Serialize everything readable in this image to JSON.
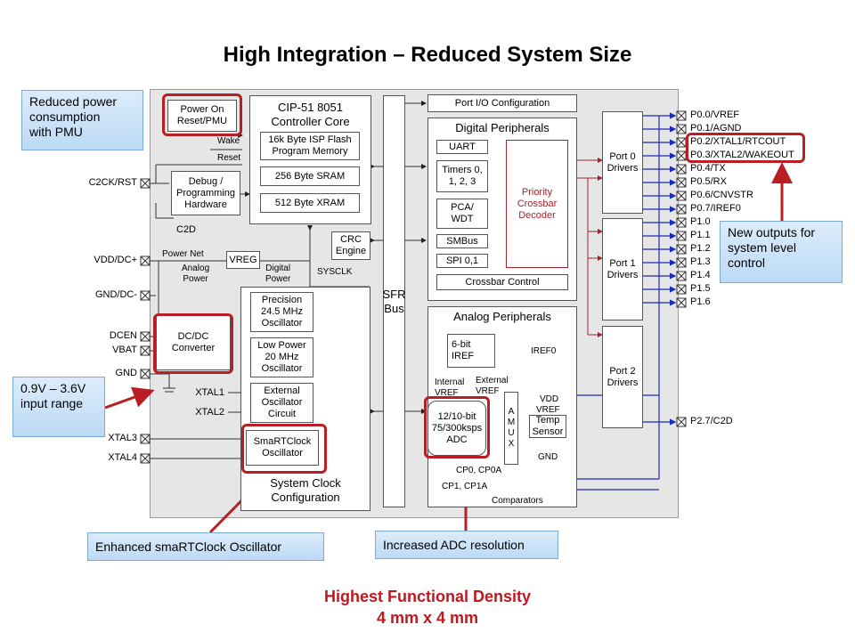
{
  "title": "High Integration – Reduced System Size",
  "blocks": {
    "power_on_reset": "Power On\nReset/PMU",
    "controller_core": "CIP-51 8051\nController Core",
    "flash": "16k Byte ISP Flash\nProgram Memory",
    "sram": "256 Byte SRAM",
    "xram": "512 Byte XRAM",
    "debug": "Debug /\nProgramming\nHardware",
    "crc": "CRC\nEngine",
    "vreg": "VREG",
    "dcdc": "DC/DC\nConverter",
    "precision_osc": "Precision\n24.5 MHz\nOscillator",
    "lowpower_osc": "Low Power\n20 MHz\nOscillator",
    "external_osc": "External\nOscillator\nCircuit",
    "smartclock": "SmaRTClock\nOscillator",
    "system_clock": "System Clock\nConfiguration",
    "sfr_bus": "SFR\nBus",
    "port_io_config": "Port I/O Configuration",
    "digital_peripherals": "Digital Peripherals",
    "uart": "UART",
    "timers": "Timers 0,\n1, 2, 3",
    "pca": "PCA/\nWDT",
    "smbus": "SMBus",
    "spi": "SPI 0,1",
    "priority_decoder": "Priority\nCrossbar\nDecoder",
    "crossbar_control": "Crossbar Control",
    "port0": "Port 0\nDrivers",
    "port1": "Port 1\nDrivers",
    "port2": "Port 2\nDrivers",
    "analog_peripherals": "Analog Peripherals",
    "iref": "6-bit\nIREF",
    "adc": "12/10-bit\n75/300ksps\nADC",
    "amux": "A\nM\nU\nX",
    "temp_sensor": "Temp\nSensor"
  },
  "labels": {
    "wake": "Wake",
    "reset": "Reset",
    "c2d": "C2D",
    "power_net": "Power Net",
    "analog_power": "Analog\nPower",
    "digital_power": "Digital\nPower",
    "sysclk": "SYSCLK",
    "iref0": "IREF0",
    "internal_vref": "Internal\nVREF",
    "external_vref": "External\nVREF",
    "vdd": "VDD",
    "vref": "VREF",
    "gnd_amux": "GND",
    "cp0": "CP0, CP0A",
    "cp1": "CP1, CP1A",
    "comparators": "Comparators"
  },
  "left_pins": [
    "C2CK/RST",
    "VDD/DC+",
    "GND/DC-",
    "DCEN",
    "VBAT",
    "GND",
    "XTAL1",
    "XTAL2",
    "XTAL3",
    "XTAL4"
  ],
  "right_pins": [
    "P0.0/VREF",
    "P0.1/AGND",
    "P0.2/XTAL1/RTCOUT",
    "P0.3/XTAL2/WAKEOUT",
    "P0.4/TX",
    "P0.5/RX",
    "P0.6/CNVSTR",
    "P0.7/IREF0",
    "P1.0",
    "P1.1",
    "P1.2",
    "P1.3",
    "P1.4",
    "P1.5",
    "P1.6",
    "P2.7/C2D"
  ],
  "callouts": {
    "pmu": "Reduced power\nconsumption\nwith PMU",
    "outputs": "New outputs for\nsystem level\ncontrol",
    "voltage": "0.9V – 3.6V\ninput range",
    "smartclock": "Enhanced smaRTClock Oscillator",
    "adc": "Increased ADC resolution"
  },
  "footer": {
    "line1": "Highest Functional Density",
    "line2": "4 mm x 4 mm"
  },
  "colors": {
    "highlight": "#b81e24",
    "bus_blue": "#1a2bb8",
    "crossbar_red": "#a0252a",
    "callout_fill": "#cfe4f8",
    "footer_red": "#c0181f"
  }
}
